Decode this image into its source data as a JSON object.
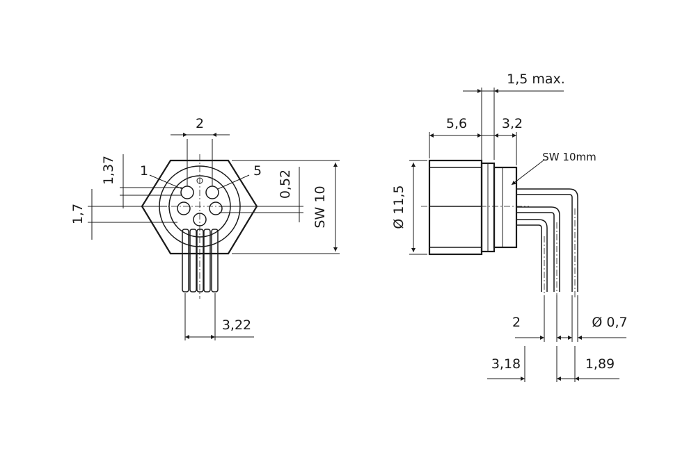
{
  "front_view": {
    "dims": {
      "pitch_top": "2",
      "d_1_37": "1,37",
      "d_1_7": "1,7",
      "d_0_52": "0,52",
      "wrench": "SW 10",
      "pitch_bottom": "3,22"
    },
    "pins": {
      "pin_a": "1",
      "pin_b": "5"
    }
  },
  "side_view": {
    "dims": {
      "max_15": "1,5 max.",
      "d_5_6": "5,6",
      "d_3_2": "3,2",
      "wrench_note": "SW 10mm",
      "dia_11_5": "Ø 11,5",
      "d_2": "2",
      "d_3_18": "3,18",
      "pin_dia": "Ø 0,7",
      "d_1_89": "1,89"
    }
  }
}
